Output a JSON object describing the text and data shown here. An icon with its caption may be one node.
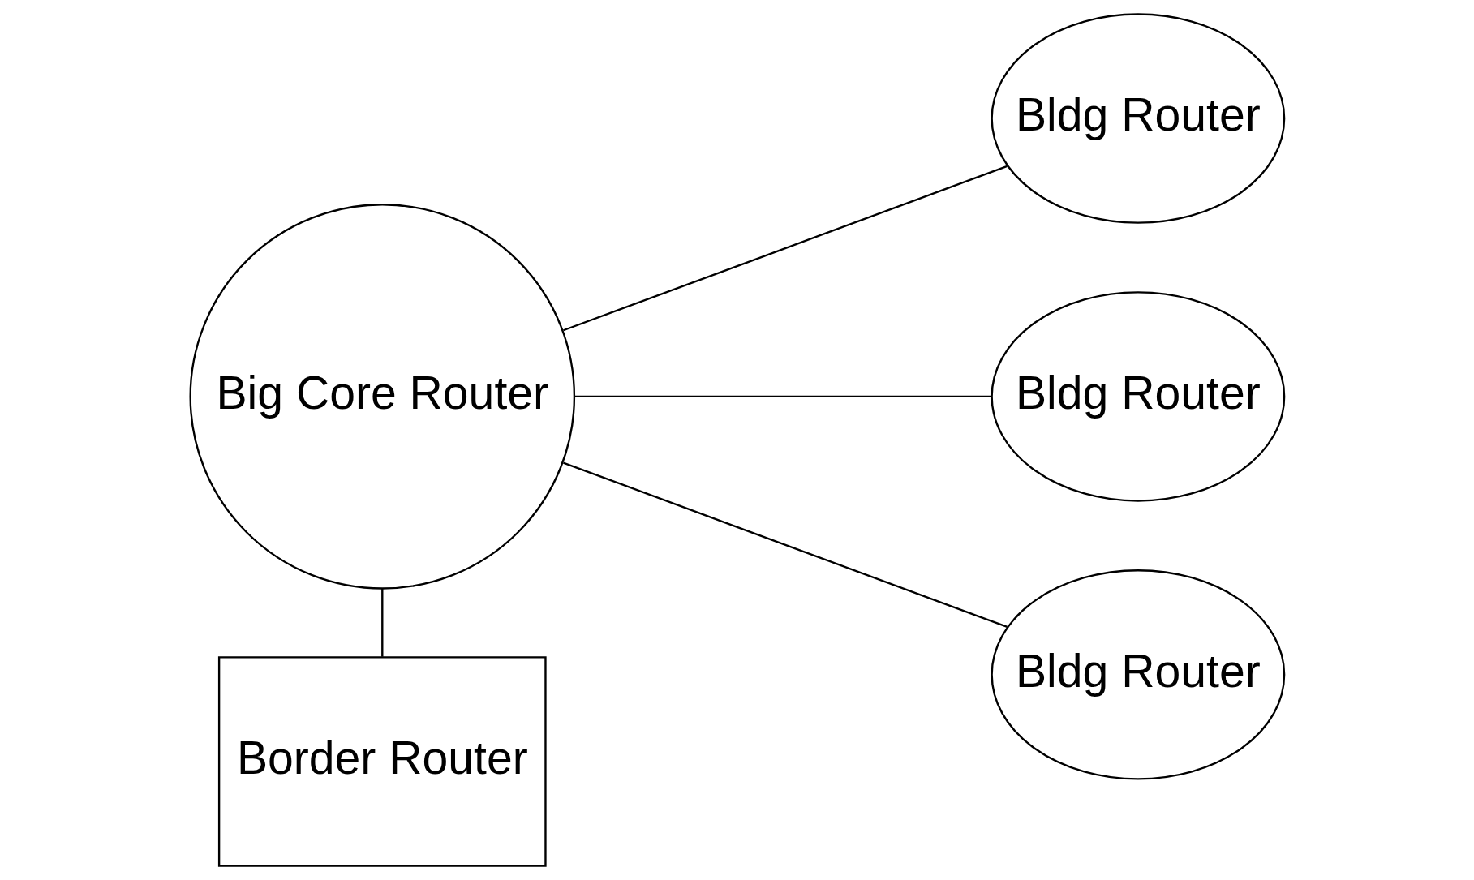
{
  "diagram": {
    "nodes": [
      {
        "text": [
          "Big Core Router"
        ]
      },
      {
        "text": [
          "Bldg Router"
        ]
      },
      {
        "text": [
          "Bldg Router"
        ]
      },
      {
        "text": [
          "Bldg Router"
        ]
      },
      {
        "text": [
          "Border Router"
        ]
      }
    ],
    "edges": [
      {
        "from": 0,
        "to": 1,
        "arrow": "none"
      },
      {
        "from": 0,
        "to": 2,
        "arrow": "none"
      },
      {
        "from": 0,
        "to": 3,
        "arrow": "none"
      },
      {
        "from": 0,
        "to": 4,
        "arrow": "none"
      }
    ]
  }
}
